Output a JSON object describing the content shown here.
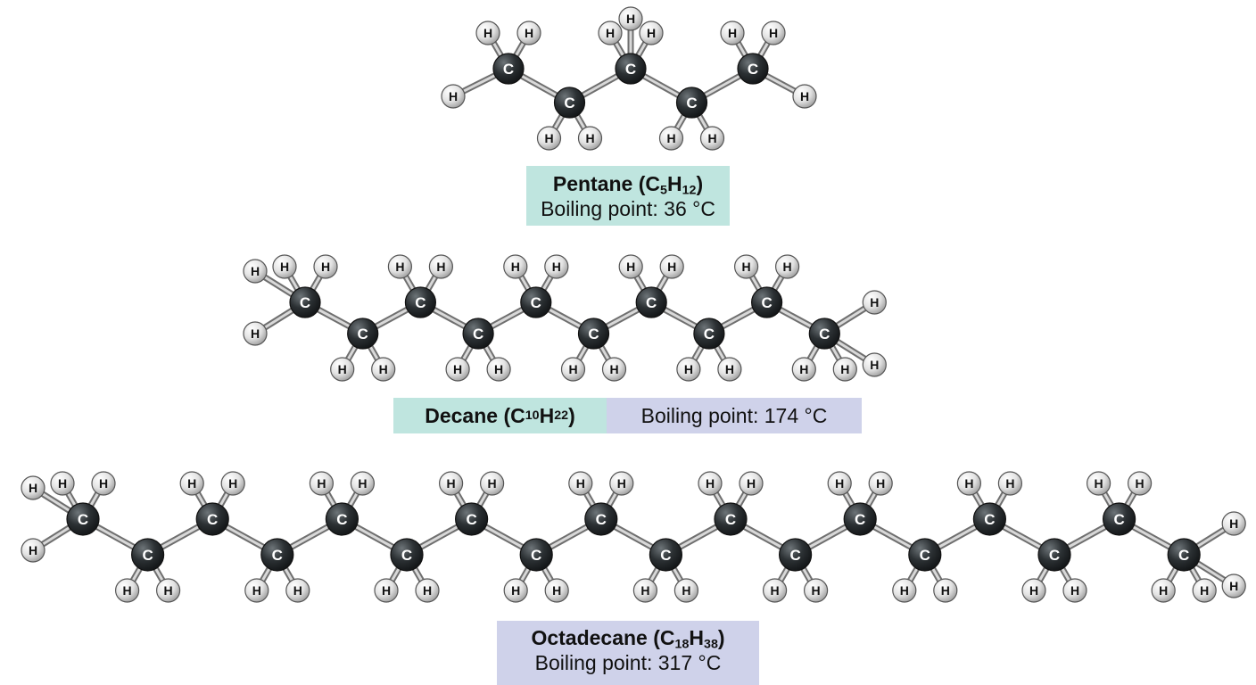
{
  "atom_symbols": {
    "carbon": "C",
    "hydrogen": "H"
  },
  "colors": {
    "carbon_fill": "#2b3033",
    "hydrogen_fill": "#e6e6e6",
    "bond": "#9a9a9a",
    "label_teal": "#bfe5df",
    "label_lavender": "#cfd2ea"
  },
  "molecules": [
    {
      "id": "pentane",
      "name": "Pentane",
      "formula": {
        "c_count": "5",
        "h_count": "12"
      },
      "boiling_point_text": "Boiling point: 36 °C",
      "carbon_count": 5
    },
    {
      "id": "decane",
      "name": "Decane",
      "formula": {
        "c_count": "10",
        "h_count": "22"
      },
      "boiling_point_text": "Boiling point: 174 °C",
      "carbon_count": 10
    },
    {
      "id": "octadecane",
      "name": "Octadecane",
      "formula": {
        "c_count": "18",
        "h_count": "38"
      },
      "boiling_point_text": "Boiling point: 317 °C",
      "carbon_count": 18
    }
  ]
}
